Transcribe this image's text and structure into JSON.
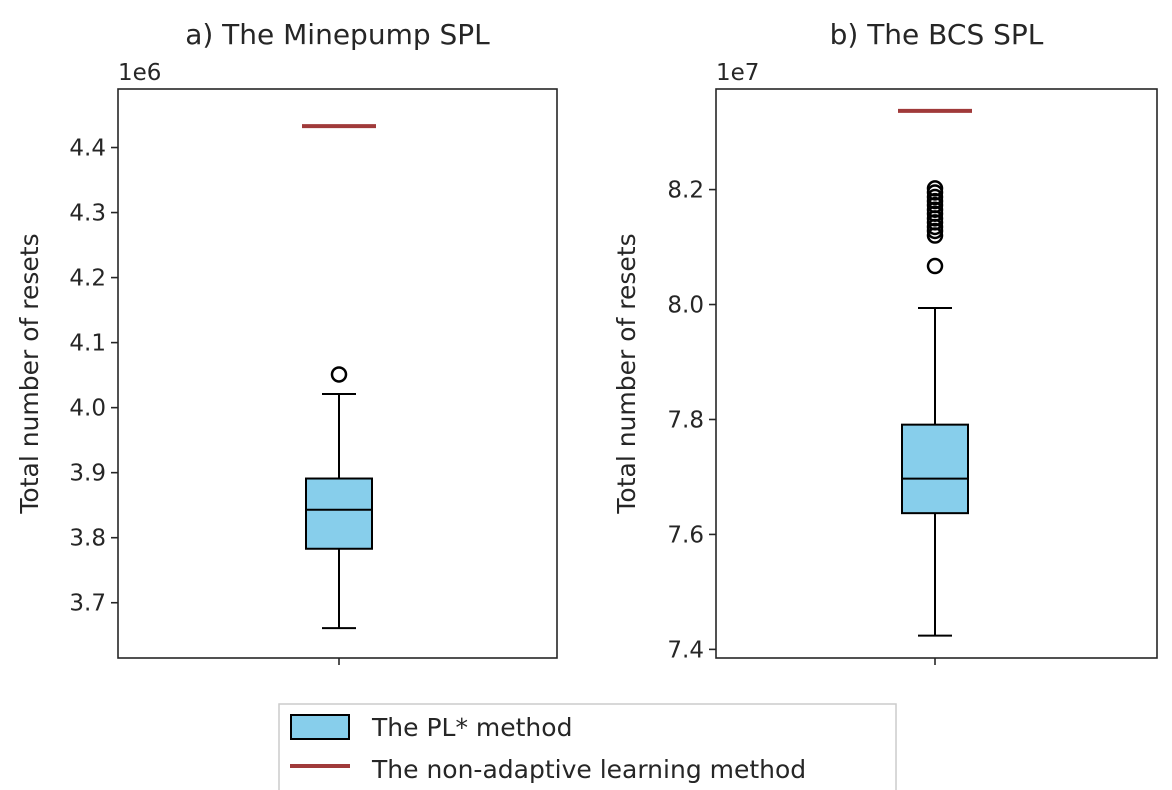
{
  "colors": {
    "box_fill": "#87ceeb",
    "box_edge": "#000000",
    "baseline": "#a03a3a",
    "frame": "#262626"
  },
  "legend": {
    "box_label": "The PL* method",
    "line_label": "The non-adaptive learning method",
    "placement": "bottom-center"
  },
  "chart_data": [
    {
      "type": "box",
      "title": "a) The Minepump SPL",
      "ylabel": "Total number of resets",
      "offset_text": "1e6",
      "ylim": [
        3.615,
        4.49
      ],
      "yticks": [
        3.7,
        3.8,
        3.9,
        4.0,
        4.1,
        4.2,
        4.3,
        4.4
      ],
      "ytick_labels": [
        "3.7",
        "3.8",
        "3.9",
        "4.0",
        "4.1",
        "4.2",
        "4.3",
        "4.4"
      ],
      "box": {
        "whisker_low": 3.661,
        "q1": 3.783,
        "median": 3.843,
        "q3": 3.891,
        "whisker_high": 4.021
      },
      "outliers": [
        4.051
      ],
      "baseline_value": 4.433
    },
    {
      "type": "box",
      "title": "b) The BCS SPL",
      "ylabel": "Total number of resets",
      "offset_text": "1e7",
      "ylim": [
        7.385,
        8.375
      ],
      "yticks": [
        7.4,
        7.6,
        7.8,
        8.0,
        8.2
      ],
      "ytick_labels": [
        "7.4",
        "7.6",
        "7.8",
        "8.0",
        "8.2"
      ],
      "box": {
        "whisker_low": 7.424,
        "q1": 7.637,
        "median": 7.697,
        "q3": 7.791,
        "whisker_high": 7.994
      },
      "outliers": [
        8.067,
        8.12,
        8.128,
        8.135,
        8.143,
        8.15,
        8.158,
        8.165,
        8.173,
        8.18,
        8.187,
        8.195,
        8.202
      ],
      "baseline_value": 8.337
    }
  ]
}
